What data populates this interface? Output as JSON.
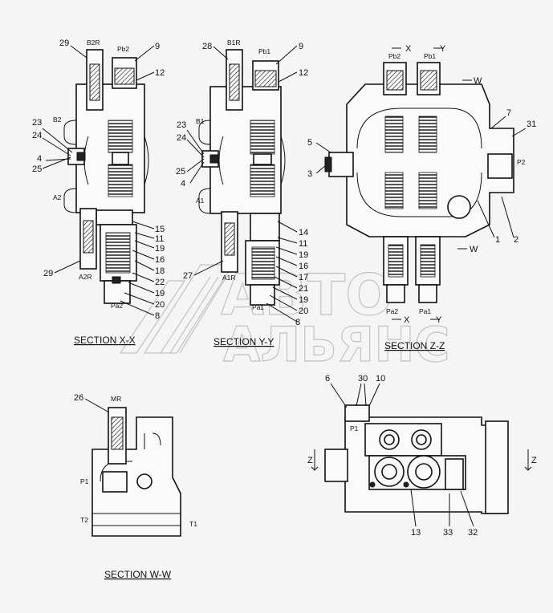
{
  "watermark": {
    "line1": "АВТО",
    "line2": "АЛЬЯНС"
  },
  "sections": {
    "xx": {
      "title": "SECTION X-X",
      "ports": {
        "b2r": "B2R",
        "pb2": "Pb2",
        "b2": "B2",
        "a2": "A2",
        "a2r": "A2R",
        "pa2": "Pa2"
      },
      "callouts_left": [
        "29",
        "23",
        "24",
        "25",
        "4",
        "29"
      ],
      "callouts_right": [
        "9",
        "12",
        "15",
        "11",
        "19",
        "16",
        "18",
        "22",
        "19",
        "20",
        "8"
      ]
    },
    "yy": {
      "title": "SECTION Y-Y",
      "ports": {
        "b1r": "B1R",
        "pb1": "Pb1",
        "b1": "B1",
        "a1": "A1",
        "a1r": "A1R",
        "pa1": "Pa1"
      },
      "callouts_left": [
        "28",
        "23",
        "24",
        "25",
        "4",
        "27"
      ],
      "callouts_right": [
        "9",
        "12",
        "14",
        "11",
        "19",
        "16",
        "17",
        "21",
        "19",
        "20",
        "8"
      ]
    },
    "zz": {
      "title": "SECTION Z-Z",
      "ports": {
        "pb2": "Pb2",
        "pb1": "Pb1",
        "p2": "P2",
        "pa2": "Pa2",
        "pa1": "Pa1"
      },
      "cut_marks": {
        "x": "X",
        "y": "Y",
        "w": "W"
      },
      "callouts": [
        "5",
        "3",
        "7",
        "31",
        "1",
        "2"
      ]
    },
    "ww": {
      "title": "SECTION W-W",
      "ports": {
        "mr": "MR",
        "p1": "P1",
        "t2": "T2",
        "t1": "T1"
      },
      "callouts": [
        "26"
      ]
    },
    "ext": {
      "callouts_top": [
        "6",
        "30",
        "10"
      ],
      "callouts_bottom": [
        "13",
        "33",
        "32"
      ],
      "cut_mark": "Z",
      "port_label": "P1"
    }
  }
}
